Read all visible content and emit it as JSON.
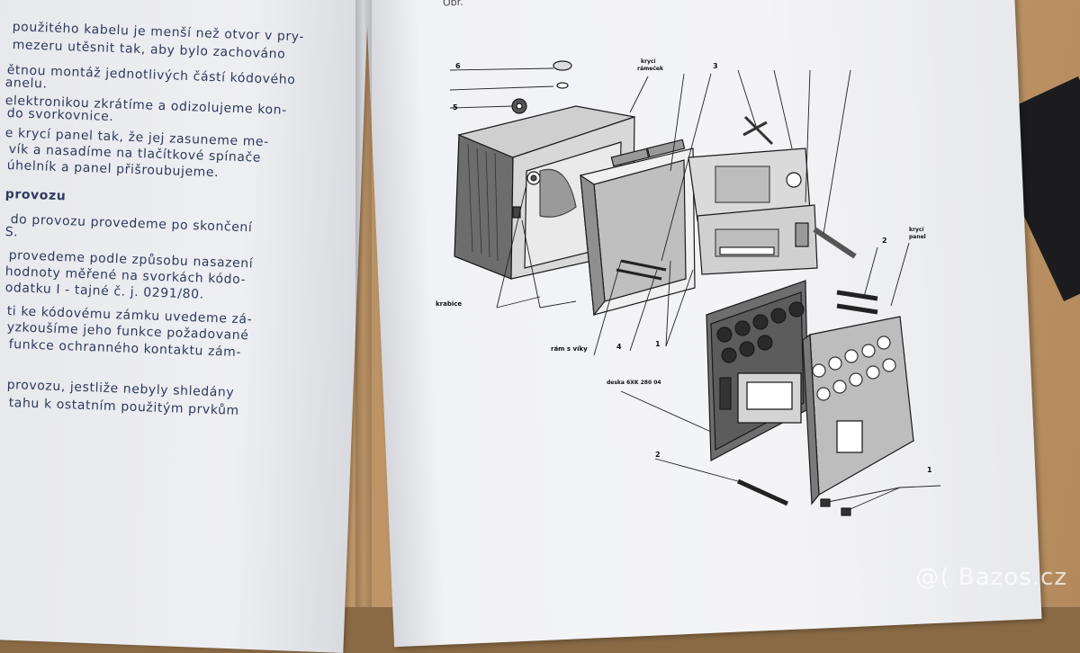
{
  "left_page": {
    "lines": [
      {
        "text": "použitého kabelu je menší než otvor v pry-",
        "bold": false
      },
      {
        "text": "mezeru utěsnit tak, aby bylo zachováno",
        "bold": false
      },
      {
        "text": "ětnou montáž jednotlivých částí kódového",
        "bold": false
      },
      {
        "text": "anelu.",
        "bold": false
      },
      {
        "text": "elektronikou zkrátíme a odizolujeme kon-",
        "bold": false
      },
      {
        "text": "do svorkovnice.",
        "bold": false
      },
      {
        "text": "e krycí panel tak, že jej zasuneme me-",
        "bold": false
      },
      {
        "text": "vík a nasadíme na tlačítkové spínače",
        "bold": false
      },
      {
        "text": "úhelník a panel přišroubujeme.",
        "bold": false
      },
      {
        "text": "provozu",
        "bold": true
      },
      {
        "text": "do provozu provedeme po skončení",
        "bold": false
      },
      {
        "text": "S.",
        "bold": false
      },
      {
        "text": "provedeme podle způsobu nasazení",
        "bold": false
      },
      {
        "text": "hodnoty měřené na svorkách kódo-",
        "bold": false
      },
      {
        "text": "odatku I - tajné č. j. 0291/80.",
        "bold": false
      },
      {
        "text": "ti ke kódovému zámku uvedeme zá-",
        "bold": false
      },
      {
        "text": "yzkoušíme jeho funkce požadované",
        "bold": false
      },
      {
        "text": "funkce ochranného kontaktu zám-",
        "bold": false
      },
      {
        "text": "provozu, jestliže nebyly shledány",
        "bold": false
      },
      {
        "text": "tahu k ostatním použitým prvkům",
        "bold": false
      }
    ]
  },
  "right_page": {
    "top_fragment": "Obr.",
    "labels": {
      "n6": "6",
      "n5": "5",
      "kryci_ramecek_1": "krycí",
      "kryci_ramecek_2": "rámeček",
      "n3": "3",
      "n2_top": "2",
      "kryci_panel_1": "krycí",
      "kryci_panel_2": "panel",
      "krabice": "krabice",
      "ram_s_viky": "rám s víky",
      "n4": "4",
      "n1_mid": "1",
      "deska": "deska 6XK 280 04",
      "n2_bottom": "2",
      "n1_bottom": "1"
    }
  },
  "watermark": "@( Bazos.cz"
}
